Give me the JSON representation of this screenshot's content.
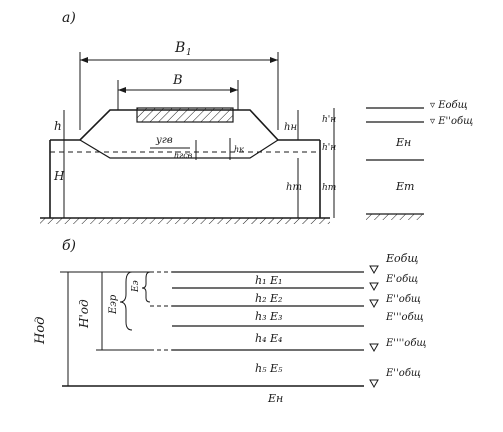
{
  "panel_a": {
    "label": "а)",
    "dim_B1": "B",
    "dim_B1_sub": "1",
    "dim_B": "B",
    "dim_h": "h",
    "dim_H": "H",
    "dim_ugv": "угв",
    "dim_hgsv": "hгсв",
    "dim_hk": "hк",
    "dim_hn": "hн",
    "dim_ht": "hт",
    "dim_hn_prime": "h'н",
    "dim_h_prime_n": "h'н",
    "dim_h_t_right": "hт",
    "E_obsh": "▿ Eобщ",
    "E_obsh_pp": "▿ E''общ",
    "E_n": "Eн",
    "E_t": "Eт"
  },
  "panel_b": {
    "label": "б)",
    "H_od": "Hод",
    "H_od_prime": "H'од",
    "E_ekv": "Eэр",
    "E_ekv_small": "Eэ",
    "layers": [
      {
        "label": "h₁ E₁",
        "mod": "E'общ"
      },
      {
        "label": "h₂ E₂",
        "mod": "E''общ"
      },
      {
        "label": "h₃ E₃",
        "mod": "E'''общ"
      },
      {
        "label": "h₄ E₄",
        "mod": "E''''общ"
      },
      {
        "label": "h₅ E₅",
        "mod": "E''общ"
      }
    ],
    "top_mod": "Eобщ",
    "base_label": "Eн"
  }
}
